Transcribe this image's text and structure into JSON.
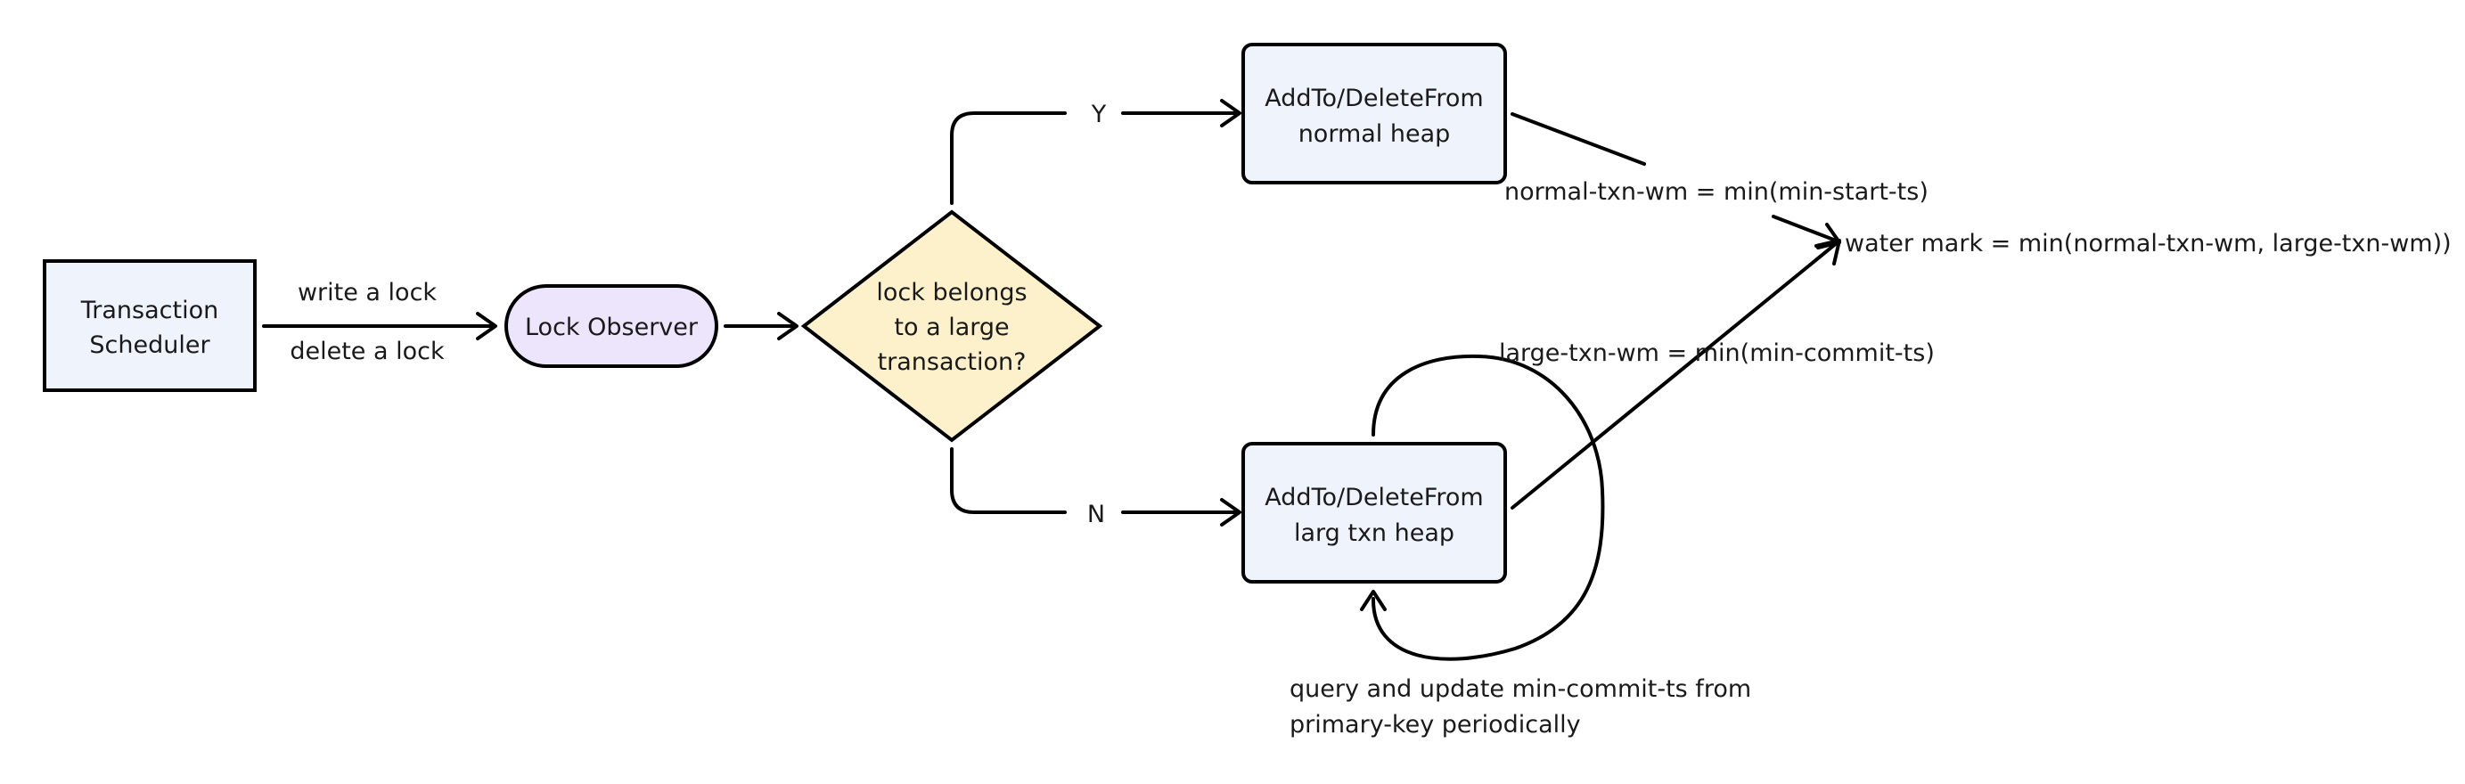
{
  "nodes": {
    "scheduler": {
      "line1": "Transaction",
      "line2": "Scheduler",
      "fill": "#eef3fc"
    },
    "observer": {
      "text": "Lock Observer",
      "fill": "#ece5fb"
    },
    "decision": {
      "line1": "lock belongs",
      "line2": "to a large",
      "line3": "transaction?",
      "fill": "#fdf1cc"
    },
    "normal_heap": {
      "line1": "AddTo/DeleteFrom",
      "line2": "normal heap",
      "fill": "#eef3fc"
    },
    "large_heap": {
      "line1": "AddTo/DeleteFrom",
      "line2": "larg txn heap",
      "fill": "#eef3fc"
    }
  },
  "edges": {
    "write_lock": "write a lock",
    "delete_lock": "delete a lock",
    "yes": "Y",
    "no": "N"
  },
  "notes": {
    "normal_wm": "normal-txn-wm = min(min-start-ts)",
    "large_wm": "large-txn-wm = min(min-commit-ts)",
    "water_mark": "water mark = min(normal-txn-wm, large-txn-wm))",
    "periodic_line1": "query and update min-commit-ts from",
    "periodic_line2": "primary-key periodically"
  }
}
